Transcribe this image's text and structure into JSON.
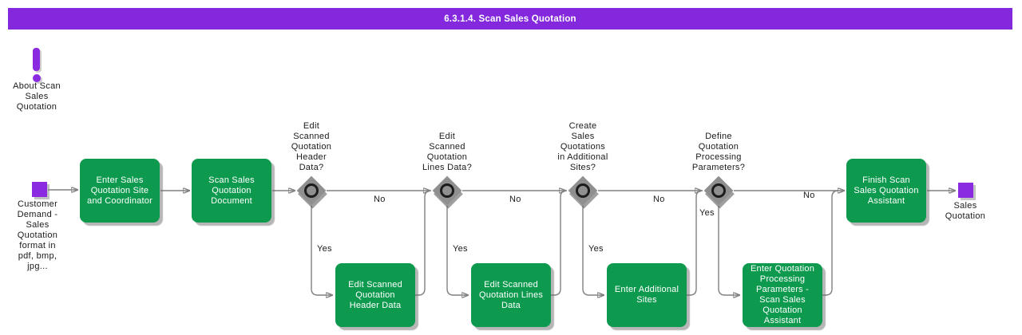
{
  "banner": {
    "title": "6.3.1.4. Scan Sales Quotation"
  },
  "colors": {
    "banner_purple": "#8428dd",
    "event_purple": "#8a2be2",
    "process_green": "#0d9a4e",
    "gateway_gray": "#8f8f8f",
    "connector_gray": "#808080"
  },
  "about_note": {
    "label": "About Scan\nSales\nQuotation"
  },
  "flow": {
    "start_event": {
      "label": "Customer\nDemand -\nSales\nQuotation\nformat in\npdf, bmp,\njpg..."
    },
    "end_event": {
      "label": "Sales\nQuotation"
    },
    "processes": [
      {
        "label": "Enter Sales\nQuotation Site\nand Coordinator"
      },
      {
        "label": "Scan Sales\nQuotation\nDocument"
      },
      {
        "label": "Finish Scan\nSales Quotation\nAssistant"
      }
    ],
    "decisions": [
      {
        "question": "Edit\nScanned\nQuotation\nHeader\nData?",
        "no_label": "No",
        "yes_label": "Yes",
        "yes_process": "Edit Scanned\nQuotation\nHeader Data"
      },
      {
        "question": "Edit\nScanned\nQuotation\nLines Data?",
        "no_label": "No",
        "yes_label": "Yes",
        "yes_process": "Edit Scanned\nQuotation Lines\nData"
      },
      {
        "question": "Create\nSales\nQuotations\nin Additional\nSites?",
        "no_label": "No",
        "yes_label": "Yes",
        "yes_process": "Enter Additional\nSites"
      },
      {
        "question": "Define\nQuotation\nProcessing\nParameters?",
        "no_label": "No",
        "yes_label": "Yes",
        "yes_process": "Enter Quotation\nProcessing\nParameters -\nScan Sales\nQuotation\nAssistant"
      }
    ]
  }
}
